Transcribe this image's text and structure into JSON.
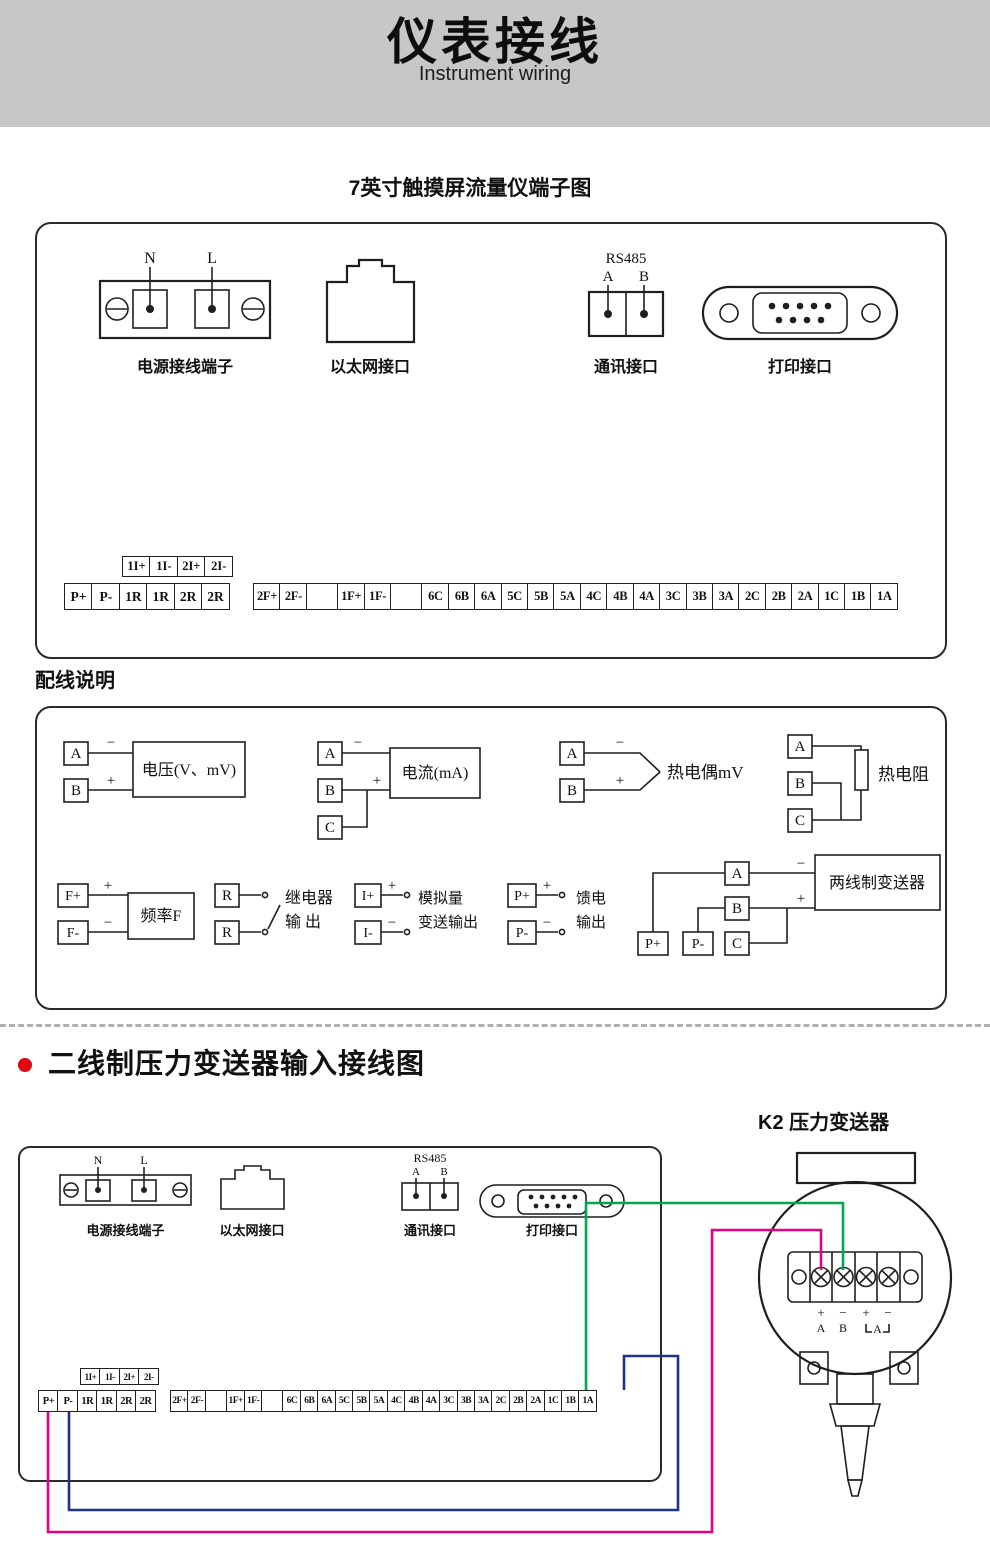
{
  "header": {
    "title": "仪表接线",
    "subtitle": "Instrument wiring"
  },
  "section1": {
    "title": "7英寸触摸屏流量仪端子图",
    "power": {
      "n": "N",
      "l": "L",
      "caption": "电源接线端子"
    },
    "ethernet": {
      "caption": "以太网接口"
    },
    "rs485": {
      "label": "RS485",
      "a": "A",
      "b": "B",
      "caption": "通讯接口"
    },
    "printer": {
      "caption": "打印接口"
    },
    "strip_small": [
      "1I+",
      "1I-",
      "2I+",
      "2I-"
    ],
    "strip_left": [
      "P+",
      "P-",
      "1R",
      "1R",
      "2R",
      "2R"
    ],
    "strip_right": [
      "2F+",
      "2F-",
      "",
      "1F+",
      "1F-",
      "",
      "6C",
      "6B",
      "6A",
      "5C",
      "5B",
      "5A",
      "4C",
      "4B",
      "4A",
      "3C",
      "3B",
      "3A",
      "2C",
      "2B",
      "2A",
      "1C",
      "1B",
      "1A"
    ]
  },
  "section2": {
    "title": "配线说明",
    "voltage": {
      "a": "A",
      "b": "B",
      "minus": "−",
      "plus": "+",
      "label": "电压(V、mV)"
    },
    "current": {
      "a": "A",
      "b": "B",
      "c": "C",
      "minus": "−",
      "plus": "+",
      "label": "电流(mA)"
    },
    "thermocouple": {
      "a": "A",
      "b": "B",
      "minus": "−",
      "plus": "+",
      "label": "热电偶mV"
    },
    "rtd": {
      "a": "A",
      "b": "B",
      "c": "C",
      "label": "热电阻"
    },
    "frequency": {
      "fp": "F+",
      "fm": "F-",
      "plus": "+",
      "minus": "−",
      "label": "频率F"
    },
    "relay": {
      "r1": "R",
      "r2": "R",
      "label1": "继电器",
      "label2": "输 出"
    },
    "analog": {
      "ip": "I+",
      "im": "I-",
      "plus": "+",
      "minus": "−",
      "label1": "模拟量",
      "label2": "变送输出"
    },
    "feed": {
      "pp": "P+",
      "pm": "P-",
      "plus": "+",
      "minus": "−",
      "label1": "馈电",
      "label2": "输出"
    },
    "twowire": {
      "a": "A",
      "b": "B",
      "c": "C",
      "pp": "P+",
      "pm": "P-",
      "minus": "−",
      "plus": "+",
      "label": "两线制变送器"
    }
  },
  "section3": {
    "title": "二线制压力变送器输入接线图",
    "k2_label": "K2 压力变送器",
    "power": {
      "n": "N",
      "l": "L",
      "caption": "电源接线端子"
    },
    "ethernet": {
      "caption": "以太网接口"
    },
    "rs485": {
      "label": "RS485",
      "a": "A",
      "b": "B",
      "caption": "通讯接口"
    },
    "printer": {
      "caption": "打印接口"
    },
    "strip_small": [
      "1I+",
      "1I-",
      "2I+",
      "2I-"
    ],
    "strip_left": [
      "P+",
      "P-",
      "1R",
      "1R",
      "2R",
      "2R"
    ],
    "strip_right": [
      "2F+",
      "2F-",
      "",
      "1F+",
      "1F-",
      "",
      "6C",
      "6B",
      "6A",
      "5C",
      "5B",
      "5A",
      "4C",
      "4B",
      "4A",
      "3C",
      "3B",
      "3A",
      "2C",
      "2B",
      "2A",
      "1C",
      "1B",
      "1A"
    ],
    "transmitter": {
      "signs": [
        "+",
        "−",
        "+",
        "−"
      ],
      "t1": "A",
      "t2": "B",
      "t3": "A"
    }
  },
  "colors": {
    "wire_pink": "#e4007f",
    "wire_green": "#00a650",
    "wire_blue": "#20308f",
    "accent_red": "#e30613",
    "header_gray": "#c7c7c7"
  }
}
